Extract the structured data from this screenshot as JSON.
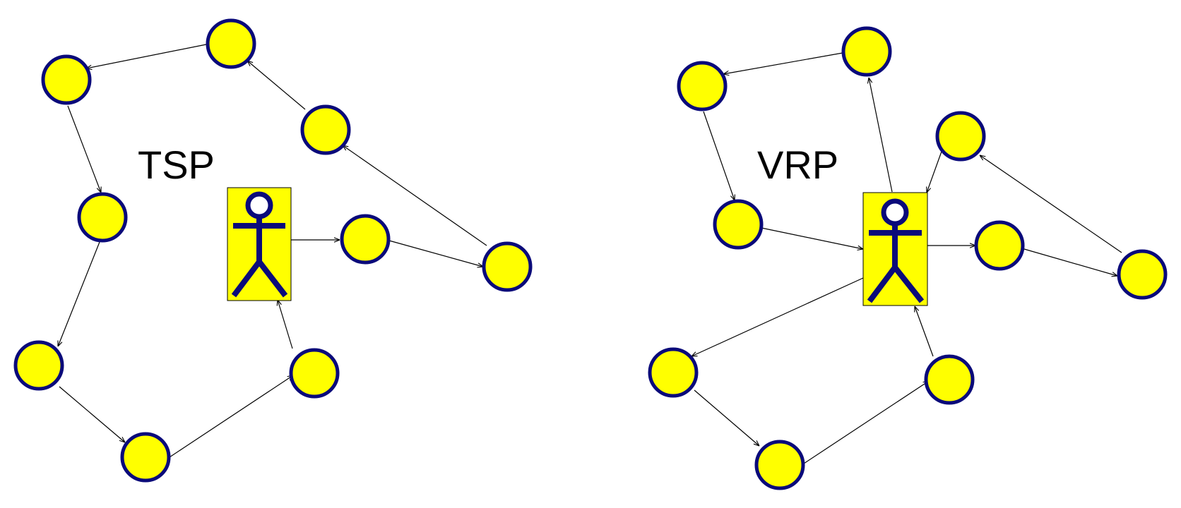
{
  "diagrams": [
    {
      "id": "tsp",
      "label": "TSP"
    },
    {
      "id": "vrp",
      "label": "VRP"
    }
  ],
  "colors": {
    "node_fill": "#FFFF00",
    "node_stroke": "#0A0A7A",
    "figure": "#0A0A7A",
    "edge": "#000000"
  },
  "icons": {
    "depot": "person-icon"
  }
}
